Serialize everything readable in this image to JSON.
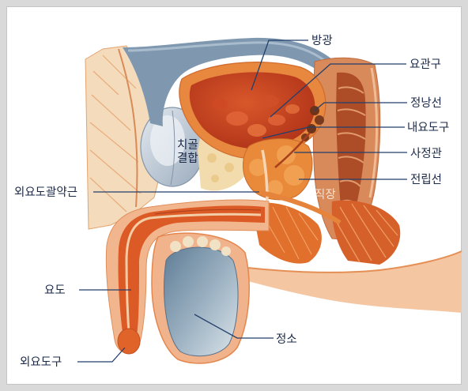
{
  "labels": {
    "bladder": "방광",
    "ureteral_orifice": "요관구",
    "seminal_vesicle": "정낭선",
    "internal_urethral_orifice": "내요도구",
    "ejaculatory_duct": "사정관",
    "prostate": "전립선",
    "external_urethral_sphincter": "외요도괄약근",
    "pubic_symphysis_line1": "치골",
    "pubic_symphysis_line2": "결합",
    "rectum": "직장",
    "urethra": "요도",
    "testis": "정소",
    "external_urethral_orifice": "외요도구"
  },
  "colors": {
    "frame": "#d9d9d9",
    "panel": "#ffffff",
    "label": "#1b2a48",
    "leader": "#233f6b"
  }
}
